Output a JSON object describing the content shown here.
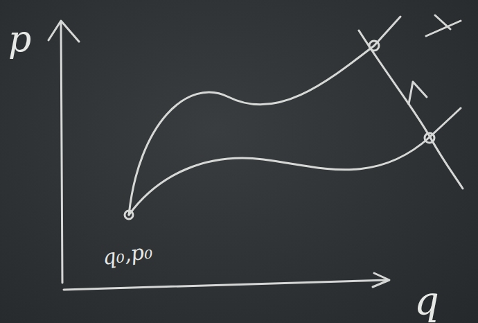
{
  "diagram": {
    "labels": [
      "p",
      "q",
      "q₀,p₀"
    ]
  }
}
